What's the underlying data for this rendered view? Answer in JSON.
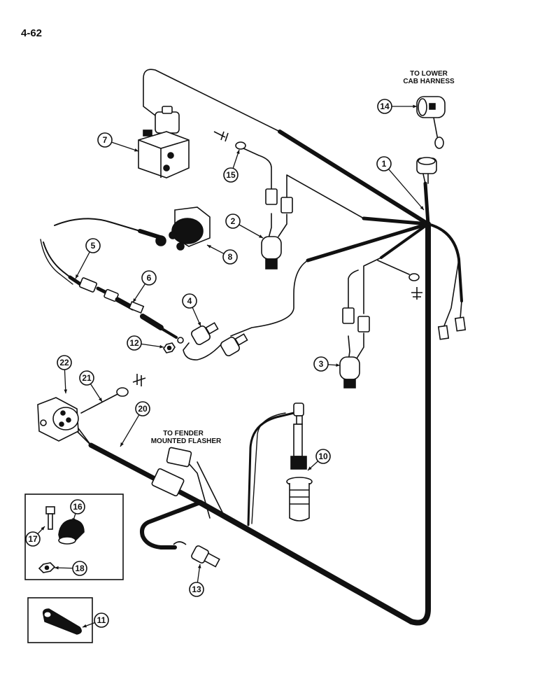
{
  "page_number": "4-62",
  "labels": {
    "lower_cab_harness_line1": "TO LOWER",
    "lower_cab_harness_line2": "CAB HARNESS",
    "fender_flasher_line1": "TO FENDER",
    "fender_flasher_line2": "MOUNTED FLASHER"
  },
  "callouts": [
    "1",
    "2",
    "3",
    "4",
    "5",
    "6",
    "7",
    "8",
    "10",
    "11",
    "12",
    "13",
    "14",
    "15",
    "16",
    "17",
    "18",
    "20",
    "21",
    "22"
  ],
  "colors": {
    "ink": "#111111",
    "paper": "#ffffff"
  }
}
